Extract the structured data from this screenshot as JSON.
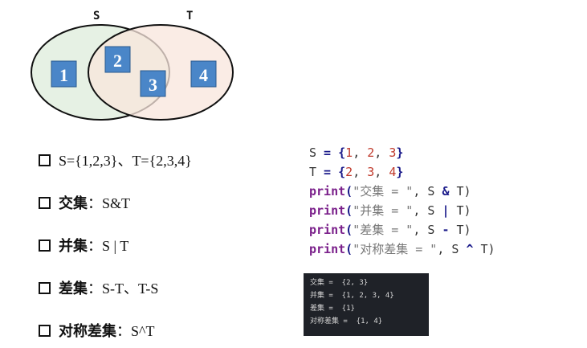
{
  "venn": {
    "set_labels": [
      "S",
      "T"
    ],
    "regions": [
      "1",
      "2",
      "3",
      "4"
    ],
    "colors": {
      "circle_s_fill": "#e6f1e4",
      "circle_t_fill": "#f8e6dc",
      "region_box": "#4a86c8",
      "stroke": "#111111"
    }
  },
  "bullets": [
    {
      "term": "",
      "text": "S={1,2,3}、T={2,3,4}"
    },
    {
      "term": "交集",
      "text": "：S&T"
    },
    {
      "term": "并集",
      "text": "：S | T"
    },
    {
      "term": "差集",
      "text": "：S-T、T-S"
    },
    {
      "term": "对称差集",
      "text": "：S^T"
    }
  ],
  "code": {
    "line1": {
      "var": "S",
      "op": " = ",
      "brace_open": "{",
      "n1": "1",
      "sep1": ", ",
      "n2": "2",
      "sep2": ", ",
      "n3": "3",
      "brace_close": "}"
    },
    "line2": {
      "var": "T",
      "op": " = ",
      "brace_open": "{",
      "n1": "2",
      "sep1": ", ",
      "n2": "3",
      "sep2": ", ",
      "n3": "4",
      "brace_close": "}"
    },
    "prints": [
      {
        "kw": "print",
        "open": "(",
        "str": "\"交集 = \"",
        "comma": ", S ",
        "op": "&",
        "rest": " T)"
      },
      {
        "kw": "print",
        "open": "(",
        "str": "\"并集 = \"",
        "comma": ", S ",
        "op": "|",
        "rest": " T)"
      },
      {
        "kw": "print",
        "open": "(",
        "str": "\"差集 = \"",
        "comma": ", S ",
        "op": "-",
        "rest": " T)"
      },
      {
        "kw": "print",
        "open": "(",
        "str": "\"对称差集 = \"",
        "comma": ", S ",
        "op": "^",
        "rest": " T)"
      }
    ]
  },
  "console": {
    "lines": [
      "交集 =  {2, 3}",
      "并集 =  {1, 2, 3, 4}",
      "差集 =  {1}",
      "对称差集 =  {1, 4}"
    ]
  }
}
